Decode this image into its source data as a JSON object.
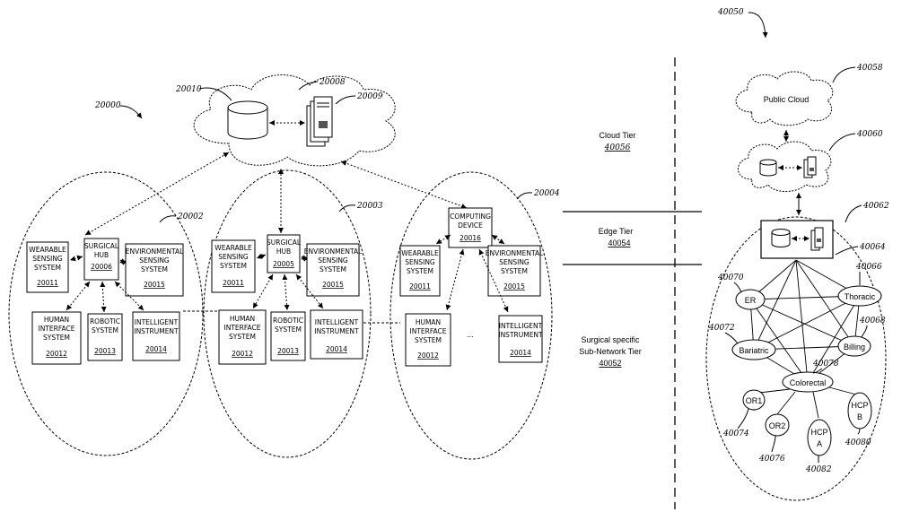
{
  "refs": {
    "r40050": "40050",
    "r20000": "20000",
    "r20010": "20010",
    "r20008": "20008",
    "r20009": "20009",
    "r20002": "20002",
    "r20003": "20003",
    "r20004": "20004",
    "r40058": "40058",
    "r40060": "40060",
    "r40062": "40062",
    "r40064": "40064",
    "r40070": "40070",
    "r40066": "40066",
    "r40072": "40072",
    "r40068": "40068",
    "r40078": "40078",
    "r40074": "40074",
    "r40076": "40076",
    "r40082": "40082",
    "r40080": "40080"
  },
  "tiers": {
    "cloud": {
      "name": "Cloud Tier",
      "id": "40056"
    },
    "edge": {
      "name": "Edge Tier",
      "id": "40054"
    },
    "surgical": {
      "line1": "Surgical specific",
      "line2": "Sub-Network Tier",
      "id": "40052"
    }
  },
  "subnet1": {
    "hub": [
      "SURGICAL",
      "HUB",
      "20006"
    ],
    "wearable": [
      "WEARABLE",
      "SENSING",
      "SYSTEM",
      "20011"
    ],
    "env": [
      "ENVIRONMENTAL",
      "SENSING",
      "SYSTEM",
      "20015"
    ],
    "hi": [
      "HUMAN",
      "INTERFACE",
      "SYSTEM",
      "20012"
    ],
    "robotic": [
      "ROBOTIC",
      "SYSTEM",
      "20013"
    ],
    "instrument": [
      "INTELLIGENT",
      "INSTRUMENT",
      "20014"
    ]
  },
  "subnet2": {
    "hub": [
      "SURGICAL",
      "HUB",
      "20005"
    ],
    "wearable": [
      "WEARABLE",
      "SENSING",
      "SYSTEM",
      "20011"
    ],
    "env": [
      "ENVIRONMENTAL",
      "SENSING",
      "SYSTEM",
      "20015"
    ],
    "hi": [
      "HUMAN",
      "INTERFACE",
      "SYSTEM",
      "20012"
    ],
    "robotic": [
      "ROBOTIC",
      "SYSTEM",
      "20013"
    ],
    "instrument": [
      "INTELLIGENT",
      "INSTRUMENT",
      "20014"
    ]
  },
  "subnet3": {
    "computing": [
      "COMPUTING",
      "DEVICE",
      "20016"
    ],
    "wearable": [
      "WEARABLE",
      "SENSING",
      "SYSTEM",
      "20011"
    ],
    "env": [
      "ENVIRONMENTAL",
      "SENSING",
      "SYSTEM",
      "20015"
    ],
    "hi": [
      "HUMAN",
      "INTERFACE",
      "SYSTEM",
      "20012"
    ],
    "ellipsis": "...",
    "instrument": [
      "INTELLIGENT",
      "INSTRUMENT",
      "20014"
    ]
  },
  "right": {
    "public_cloud": "Public Cloud",
    "nodes": {
      "er": "ER",
      "thoracic": "Thoracic",
      "bariatric": "Bariatric",
      "billing": "Billing",
      "colorectal": "Colorectal",
      "or1": "OR1",
      "or2": "OR2",
      "hcpa": [
        "HCP",
        "A"
      ],
      "hcpb": [
        "HCP",
        "B"
      ]
    }
  }
}
